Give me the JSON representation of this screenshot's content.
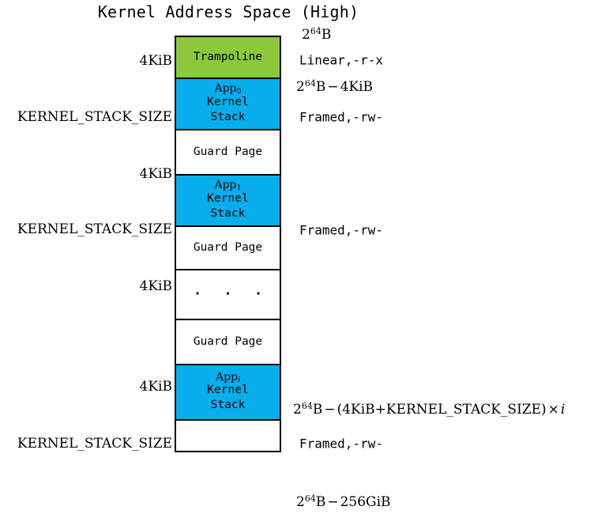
{
  "title": "Kernel Address Space (High)",
  "colors": {
    "trampoline_green": "#8cc83c",
    "kernel_stack_blue": "#06aeeb",
    "guard_white": "#ffffff",
    "border": "#000000",
    "background": "#ffffff"
  },
  "blocks": [
    {
      "id": "trampoline",
      "label": "Trampoline",
      "app_tag": null,
      "fill": "#8cc83c",
      "size_label": "4KiB",
      "perm_label": "Linear,-r-x"
    },
    {
      "id": "app0-kernel-stack",
      "label_line1": "Kernel",
      "label_line2": "Stack",
      "app_tag": "App",
      "app_index": "0",
      "app_index_italic": false,
      "fill": "#06aeeb",
      "size_label": "KERNEL_STACK_SIZE",
      "perm_label": "Framed,-rw-"
    },
    {
      "id": "guard-page-0",
      "label": "Guard Page",
      "fill": "#ffffff",
      "size_label": "4KiB",
      "perm_label": ""
    },
    {
      "id": "app1-kernel-stack",
      "label_line1": "Kernel",
      "label_line2": "Stack",
      "app_tag": "App",
      "app_index": "1",
      "app_index_italic": false,
      "fill": "#06aeeb",
      "size_label": "KERNEL_STACK_SIZE",
      "perm_label": "Framed,-rw-"
    },
    {
      "id": "guard-page-1",
      "label": "Guard Page",
      "fill": "#ffffff",
      "size_label": "4KiB",
      "perm_label": ""
    },
    {
      "id": "ellipsis",
      "label": "· · ·",
      "fill": "#ffffff",
      "size_label": "",
      "perm_label": ""
    },
    {
      "id": "guard-page-i",
      "label": "Guard Page",
      "fill": "#ffffff",
      "size_label": "4KiB",
      "perm_label": ""
    },
    {
      "id": "appi-kernel-stack",
      "label_line1": "Kernel",
      "label_line2": "Stack",
      "app_tag": "App",
      "app_index": "i",
      "app_index_italic": true,
      "fill": "#06aeeb",
      "size_label": "KERNEL_STACK_SIZE",
      "perm_label": "Framed,-rw-"
    },
    {
      "id": "bottom-empty",
      "label": "",
      "fill": "#ffffff",
      "size_label": "",
      "perm_label": ""
    }
  ],
  "left_labels": [
    {
      "text": "4KiB"
    },
    {
      "text": "KERNEL_STACK_SIZE"
    },
    {
      "text": "4KiB"
    },
    {
      "text": "KERNEL_STACK_SIZE"
    },
    {
      "text": "4KiB"
    },
    {
      "text": "4KiB"
    },
    {
      "text": "KERNEL_STACK_SIZE"
    }
  ],
  "right_labels": {
    "top_address": {
      "base": "2",
      "exp": "64",
      "unit": "B"
    },
    "trampoline_perm": "Linear,-r-x",
    "addr_minus_4kib": {
      "base": "2",
      "exp": "64",
      "unit": "B",
      "op": "−",
      "term": "4KiB"
    },
    "app0_perm": "Framed,-rw-",
    "app1_perm": "Framed,-rw-",
    "appi_address": {
      "base": "2",
      "exp": "64",
      "unit": "B",
      "op": "−",
      "term": "(4KiB+KERNEL_STACK_SIZE)",
      "times": "×",
      "index": "i"
    },
    "appi_perm": "Framed,-rw-",
    "bottom_address": {
      "base": "2",
      "exp": "64",
      "unit": "B",
      "op": "−",
      "term": "256GiB"
    }
  }
}
